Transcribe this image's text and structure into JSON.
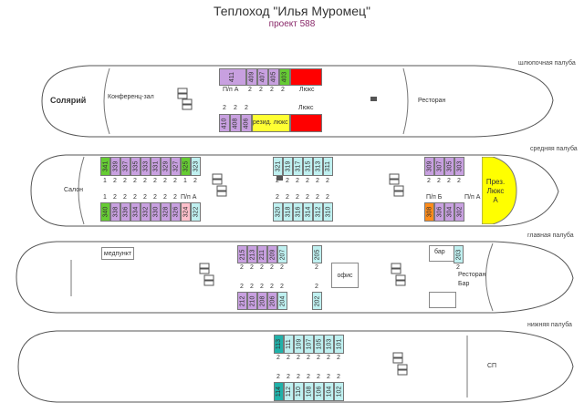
{
  "title": "Теплоход \"Илья Муромец\"",
  "subtitle": "проект 588",
  "decks": {
    "boat": {
      "label": "шлюпочная палуба",
      "rooms": {
        "solarium": "Солярий",
        "conference": "Конференц-зал",
        "restaurant": "Ресторан"
      },
      "top_row": [
        "411",
        "409",
        "407",
        "405",
        "403"
      ],
      "top_lux": "",
      "top_captions": {
        "pl_a": "П/п А",
        "lux": "Люкс"
      },
      "top_counts": [
        "2",
        "2",
        "2",
        "2"
      ],
      "bottom_counts": [
        "2",
        "2",
        "2"
      ],
      "bottom_row": [
        "410",
        "408",
        "406"
      ],
      "president": "Презид. люкс Б",
      "bottom_lux_caption": "Люкс",
      "bottom_lux": ""
    },
    "middle": {
      "label": "средняя палуба",
      "rooms": {
        "salon": "Салон",
        "pres_lux": "През. Люкс А"
      },
      "left_top": [
        "341",
        "339",
        "337",
        "335",
        "333",
        "331",
        "329",
        "327",
        "325",
        "323"
      ],
      "left_top_counts": [
        "1",
        "2",
        "2",
        "2",
        "2",
        "2",
        "2",
        "2",
        "1",
        "2"
      ],
      "left_bottom_counts": [
        "1",
        "2",
        "2",
        "2",
        "2",
        "2",
        "2",
        "2"
      ],
      "left_bottom_tail": "П/п А",
      "left_bottom": [
        "340",
        "338",
        "336",
        "334",
        "332",
        "330",
        "328",
        "326",
        "324",
        "322"
      ],
      "mid_top": [
        "321",
        "319",
        "317",
        "315",
        "313",
        "311"
      ],
      "mid_top_counts": [
        "2",
        "2",
        "2",
        "2",
        "2",
        "2"
      ],
      "mid_bottom_counts": [
        "2",
        "2",
        "2",
        "2",
        "2",
        "2"
      ],
      "mid_bottom": [
        "320",
        "318",
        "316",
        "314",
        "312",
        "310"
      ],
      "right_top": [
        "309",
        "307",
        "305",
        "303"
      ],
      "right_top_counts": [
        "2",
        "2",
        "2",
        "2"
      ],
      "right_bottom_captions": {
        "pl_b": "П/п Б",
        "pl_a": "П/п А"
      },
      "right_bottom": [
        "308",
        "306",
        "304",
        "302"
      ]
    },
    "main": {
      "label": "главная палуба",
      "rooms": {
        "medpunkt": "медпункт",
        "office": "офис",
        "bar": "бар",
        "restaurant_bar": "Ресторан Бар"
      },
      "top": [
        "215",
        "213",
        "211",
        "209",
        "207"
      ],
      "top_single": "205",
      "bar_cabin": "203",
      "top_counts": [
        "2",
        "2",
        "2",
        "2",
        "2"
      ],
      "top_single_count": "2",
      "bar_count": "2",
      "bottom_counts": [
        "2",
        "2",
        "2",
        "2",
        "2"
      ],
      "bottom_single_count": "2",
      "bottom": [
        "212",
        "210",
        "208",
        "206",
        "204"
      ],
      "bottom_single": "202"
    },
    "lower": {
      "label": "нижняя палуба",
      "rooms": {
        "sp": "СП"
      },
      "top": [
        "113",
        "111",
        "109",
        "107",
        "105",
        "103",
        "101"
      ],
      "top_counts": [
        "2",
        "2",
        "2",
        "2",
        "2",
        "2",
        "2"
      ],
      "bottom_counts": [
        "2",
        "2",
        "2",
        "2",
        "2",
        "2",
        "2"
      ],
      "bottom": [
        "114",
        "112",
        "110",
        "108",
        "106",
        "104",
        "102"
      ]
    }
  },
  "colors": {
    "purple": "#c8a0e0",
    "green": "#66cc33",
    "red": "#ff0000",
    "yellow": "#ffff33",
    "cyan": "#bff0f0",
    "orange": "#ff8c1a",
    "teal": "#20b2aa",
    "pink": "#ffc0cb"
  }
}
